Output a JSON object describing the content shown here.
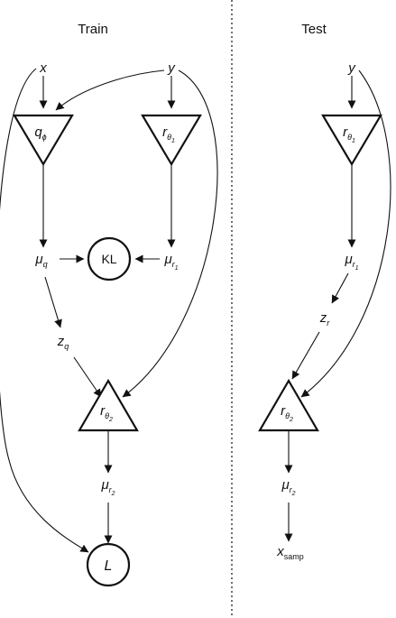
{
  "panels": {
    "train_title": "Train",
    "test_title": "Test"
  },
  "train": {
    "x": "x",
    "y": "y",
    "q_phi": {
      "base": "q",
      "sub": "ϕ"
    },
    "r_theta1": {
      "base": "r",
      "sub": "θ",
      "subsub": "1"
    },
    "mu_q": {
      "base": "μ",
      "sub": "q"
    },
    "kl": "KL",
    "mu_r1": {
      "base": "μ",
      "sub": "r",
      "subsub": "1"
    },
    "z_q": {
      "base": "z",
      "sub": "q"
    },
    "r_theta2": {
      "base": "r",
      "sub": "θ",
      "subsub": "2"
    },
    "mu_r2": {
      "base": "μ",
      "sub": "r",
      "subsub": "2"
    },
    "loss": "L"
  },
  "test": {
    "y": "y",
    "r_theta1": {
      "base": "r",
      "sub": "θ",
      "subsub": "1"
    },
    "mu_r1": {
      "base": "μ",
      "sub": "r",
      "subsub": "1"
    },
    "z_r": {
      "base": "z",
      "sub": "r"
    },
    "r_theta2": {
      "base": "r",
      "sub": "θ",
      "subsub": "2"
    },
    "mu_r2": {
      "base": "μ",
      "sub": "r",
      "subsub": "2"
    },
    "x_samp": {
      "base": "x",
      "sub": "samp"
    }
  }
}
